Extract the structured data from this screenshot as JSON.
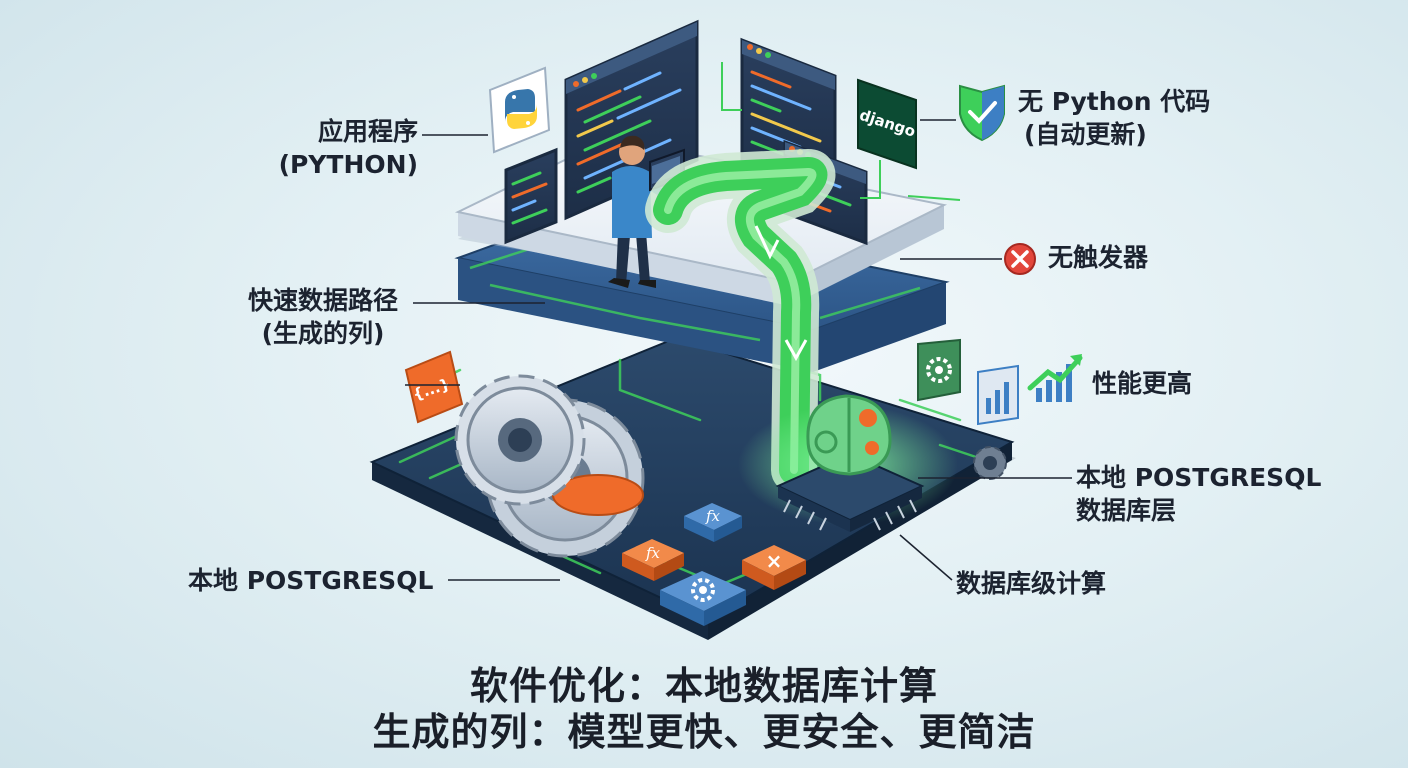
{
  "labels": {
    "app_line1": "应用程序",
    "app_line2": "(PYTHON)",
    "no_python_line1": "无 Python 代码",
    "no_python_line2": "(自动更新)",
    "no_trigger": "无触发器",
    "fast_path_line1": "快速数据路径",
    "fast_path_line2": "(生成的列)",
    "perf": "性能更高",
    "native_pg_layer_line1": "本地 POSTGRESQL",
    "native_pg_layer_line2": "数据库层",
    "native_pg": "本地 POSTGRESQL",
    "db_compute": "数据库级计算"
  },
  "icons": {
    "django_text": "django",
    "json_braces": "{...}",
    "fx": "fx",
    "multiply": "×"
  },
  "title": {
    "line1": "软件优化：本地数据库计算",
    "line2": "生成的列：模型更快、更安全、更简洁"
  },
  "colors": {
    "accent_green": "#3ecf5a",
    "navy": "#1e3856",
    "orange": "#ef6b2a",
    "blue": "#3d7fc4",
    "red": "#e2463b",
    "django_green": "#0c4b33"
  }
}
